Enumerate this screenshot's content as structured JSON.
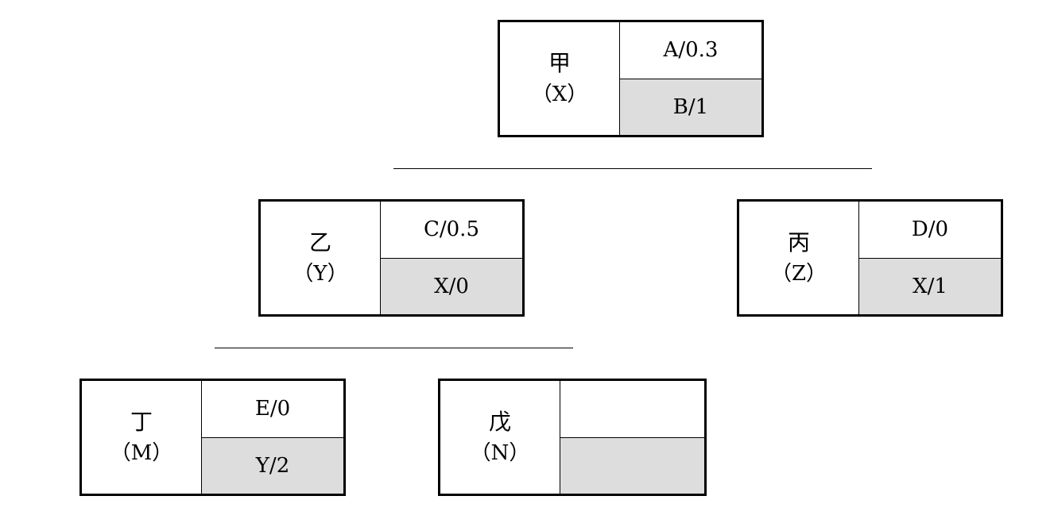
{
  "nodes": {
    "jia": {
      "name": "甲",
      "code": "（X）",
      "top": "A/0.3",
      "bottom": "B/1"
    },
    "yi": {
      "name": "乙",
      "code": "（Y）",
      "top": "C/0.5",
      "bottom": "X/0"
    },
    "bing": {
      "name": "丙",
      "code": "（Z）",
      "top": "D/0",
      "bottom": "X/1"
    },
    "ding": {
      "name": "丁",
      "code": "（M）",
      "top": "E/0",
      "bottom": "Y/2"
    },
    "wu": {
      "name": "戊",
      "code": "（N）",
      "top": "",
      "bottom": ""
    }
  }
}
